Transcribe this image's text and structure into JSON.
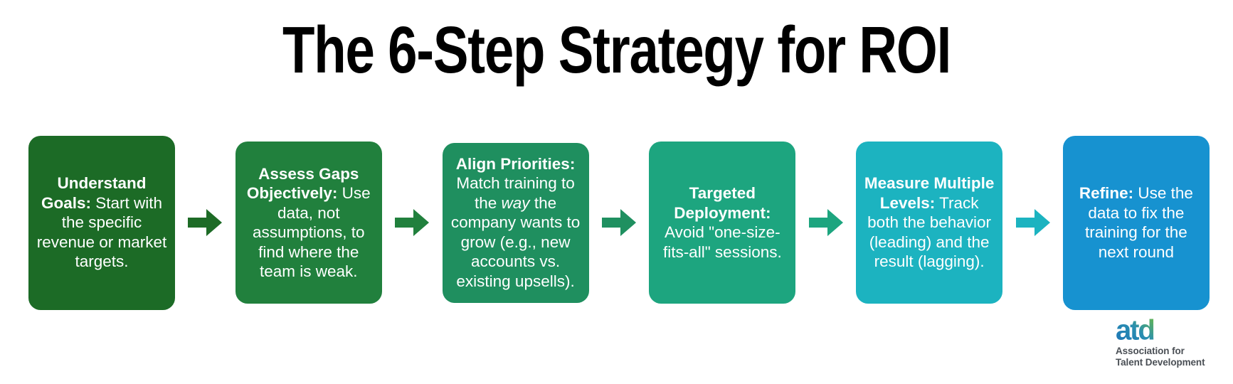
{
  "title": "The 6-Step Strategy for ROI",
  "colors": {
    "background": "#ffffff",
    "title_text": "#000000",
    "step_text": "#ffffff",
    "step_1": "#1c6b26",
    "step_2": "#21803d",
    "step_3": "#1f8f5f",
    "step_4": "#1da57f",
    "step_5": "#1cb3c0",
    "step_6": "#1792d0",
    "arrow_1": "#1d6b26",
    "arrow_2": "#21803d",
    "arrow_3": "#1f9060",
    "arrow_4": "#1da57f",
    "arrow_5": "#1cb3c0",
    "arrow_6": "#1792d0",
    "logo_text": "#4a4f55",
    "logo_mark_start": "#1b72b8",
    "logo_mark_end": "#6cbb45"
  },
  "steps": [
    {
      "id": "step-1",
      "number": 1,
      "lead": "Understand Goals:",
      "body": " Start with the specific revenue or market targets.",
      "full_text": "Understand Goals: Start with the specific revenue or market targets.",
      "color": "#1c6b26"
    },
    {
      "id": "step-2",
      "number": 2,
      "lead": "Assess Gaps Objectively:",
      "body": " Use data, not assumptions, to find where the team is weak.",
      "full_text": "Assess Gaps Objectively: Use data, not assumptions, to find where the team is weak.",
      "color": "#21803d"
    },
    {
      "id": "step-3",
      "number": 3,
      "lead": "Align Priorities:",
      "body_pre": " Match training to the ",
      "body_italic": "way",
      "body_post": " the company wants to grow (e.g., new accounts vs. existing upsells).",
      "full_text": "Align Priorities: Match training to the way the company wants to grow (e.g., new accounts vs. existing upsells).",
      "color": "#1f8f5f"
    },
    {
      "id": "step-4",
      "number": 4,
      "lead": "Targeted Deployment:",
      "body": " Avoid \"one-size-fits-all\" sessions.",
      "full_text": "Targeted Deployment: Avoid \"one-size-fits-all\" sessions.",
      "color": "#1da57f"
    },
    {
      "id": "step-5",
      "number": 5,
      "lead": "Measure Multiple Levels:",
      "body": " Track both the behavior (leading) and the result (lagging).",
      "full_text": "Measure Multiple Levels: Track both the behavior (leading) and the result (lagging).",
      "color": "#1cb3c0"
    },
    {
      "id": "step-6",
      "number": 6,
      "lead": "Refine:",
      "body": " Use the data to fix the training for the next round",
      "full_text": "Refine: Use the data to fix the training for the next round",
      "color": "#1792d0"
    }
  ],
  "arrows": [
    {
      "id": "arrow-1-2",
      "icon": "right-arrow-icon",
      "color": "#1d6b26"
    },
    {
      "id": "arrow-2-3",
      "icon": "right-arrow-icon",
      "color": "#21803d"
    },
    {
      "id": "arrow-3-4",
      "icon": "right-arrow-icon",
      "color": "#1f9060"
    },
    {
      "id": "arrow-4-5",
      "icon": "right-arrow-icon",
      "color": "#1da57f"
    },
    {
      "id": "arrow-5-6",
      "icon": "right-arrow-icon",
      "color": "#1cb3c0"
    }
  ],
  "logo": {
    "mark": "atd",
    "line1": "Association for",
    "line2": "Talent Development"
  }
}
